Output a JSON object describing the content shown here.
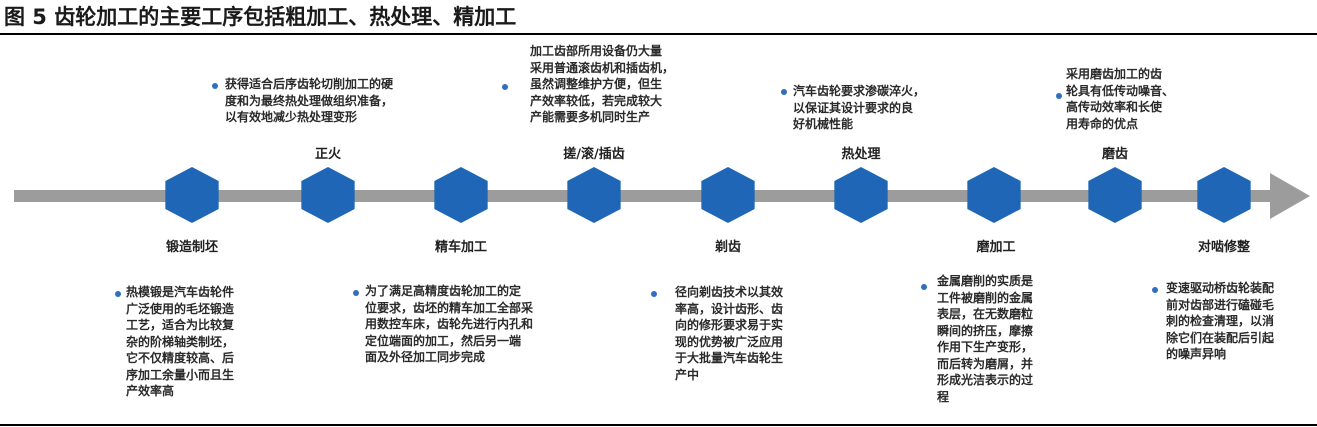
{
  "title": "图 5 齿轮加工的主要工序包括粗加工、热处理、精加工",
  "colors": {
    "node": "#1f67b6",
    "axis": "#9c9c9c",
    "bullet": "#2f6ec3"
  },
  "steps": [
    {
      "label": "锻造制坯",
      "desc": [
        "热模锻是汽车齿轮件",
        "广泛使用的毛坯锻造",
        "工艺，适合为比较复",
        "杂的阶梯轴类制坯，",
        "它不仅精度较高、后",
        "序加工余量小而且生",
        "产效率高"
      ]
    },
    {
      "label": "正火",
      "desc": [
        "获得适合后序齿轮切削加工的硬",
        "度和为最终热处理做组织准备，",
        "以有效地减少热处理变形"
      ]
    },
    {
      "label": "精车加工",
      "desc": [
        "为了满足高精度齿轮加工的定",
        "位要求，齿坯的精车加工全部采",
        "用数控车床，齿轮先进行内孔和",
        "定位端面的加工，然后另一端",
        "面及外径加工同步完成"
      ]
    },
    {
      "label": "搓/滚/插齿",
      "desc": [
        "加工齿部所用设备仍大量",
        "采用普通滚齿机和插齿机，",
        "虽然调整维护方便，但生",
        "产效率较低，若完成较大",
        "产能需要多机同时生产"
      ]
    },
    {
      "label": "剃齿",
      "desc": [
        "径向剃齿技术以其效",
        "率高，设计齿形、齿",
        "向的修形要求易于实",
        "现的优势被广泛应用",
        "于大批量汽车齿轮生",
        "产中"
      ]
    },
    {
      "label": "热处理",
      "desc": [
        "汽车齿轮要求渗碳淬火，",
        "以保证其设计要求的良",
        "好机械性能"
      ]
    },
    {
      "label": "磨加工",
      "desc": [
        "金属磨削的实质是",
        "工件被磨削的金属",
        "表层，在无数磨粒",
        "瞬间的挤压，摩擦",
        "作用下生产变形，",
        "而后转为磨屑，并",
        "形成光洁表示的过",
        "程"
      ]
    },
    {
      "label": "磨齿",
      "desc": [
        "采用磨齿加工的齿",
        "轮具有低传动噪音、",
        "高传动效率和长使",
        "用寿命的优点"
      ]
    },
    {
      "label": "对啮修整",
      "desc": [
        "变速驱动桥齿轮装配",
        "前对齿部进行磕碰毛",
        "刺的检查清理，以消",
        "除它们在装配后引起",
        "的噪声异响"
      ]
    }
  ]
}
